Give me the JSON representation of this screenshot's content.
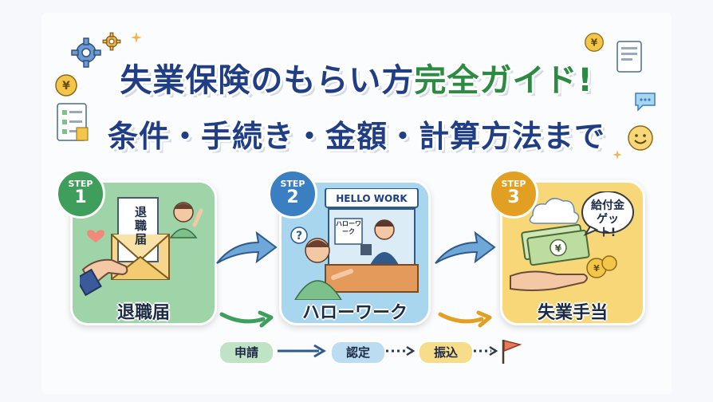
{
  "title": {
    "line1_main": "失業保険のもらい方",
    "line1_accent": "完全ガイド!",
    "line2": "条件・手続き・金額・計算方法まで"
  },
  "steps": [
    {
      "badge_label": "STEP",
      "badge_number": "1",
      "label": "退職届",
      "illustration_text": "退職届",
      "color": "#9fd3a8"
    },
    {
      "badge_label": "STEP",
      "badge_number": "2",
      "label": "ハローワーク",
      "illustration_text": "HELLO WORK",
      "window_text": "ハローワーク",
      "color": "#a8d6ee"
    },
    {
      "badge_label": "STEP",
      "badge_number": "3",
      "label": "失業手当",
      "illustration_text": "給付金ゲット!",
      "color": "#f7d777"
    }
  ],
  "flow": {
    "items": [
      "申請",
      "認定",
      "振込"
    ]
  },
  "icons": [
    "gear-icon",
    "yen-coin-icon",
    "document-icon",
    "smile-icon",
    "chat-bubble-icon",
    "sparkle-icon",
    "heart-icon",
    "question-icon",
    "flag-icon",
    "banknote-icon",
    "cloud-icon"
  ],
  "colors": {
    "title_blue": "#1f3e86",
    "title_green": "#2c8a43",
    "step1": "#3f9e5b",
    "step2": "#3a7fc1",
    "step3": "#e2a022"
  }
}
